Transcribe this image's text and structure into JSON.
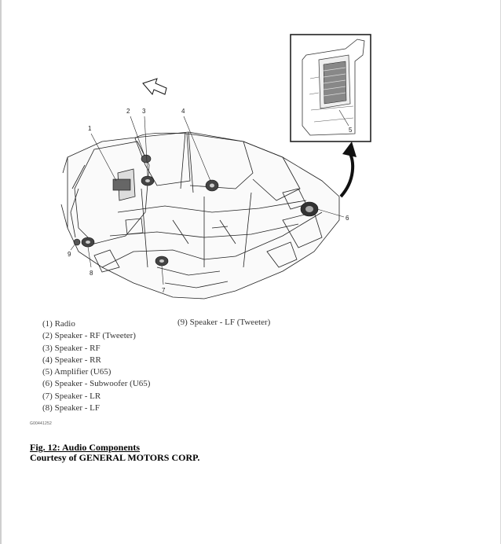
{
  "figure": {
    "callouts": [
      "1",
      "2",
      "3",
      "4",
      "5",
      "6",
      "7",
      "8",
      "9"
    ],
    "code": "G00441252"
  },
  "legend": {
    "left": [
      "(1) Radio",
      "(2) Speaker - RF (Tweeter)",
      "(3) Speaker - RF",
      "(4) Speaker - RR",
      "(5) Amplifier (U65)",
      "(6) Speaker - Subwoofer (U65)",
      "(7) Speaker - LR",
      "(8) Speaker - LF"
    ],
    "right": [
      "(9) Speaker - LF (Tweeter)"
    ]
  },
  "caption": {
    "figure": "Fig. 12: Audio Components",
    "courtesy": "Courtesy of GENERAL MOTORS CORP."
  }
}
